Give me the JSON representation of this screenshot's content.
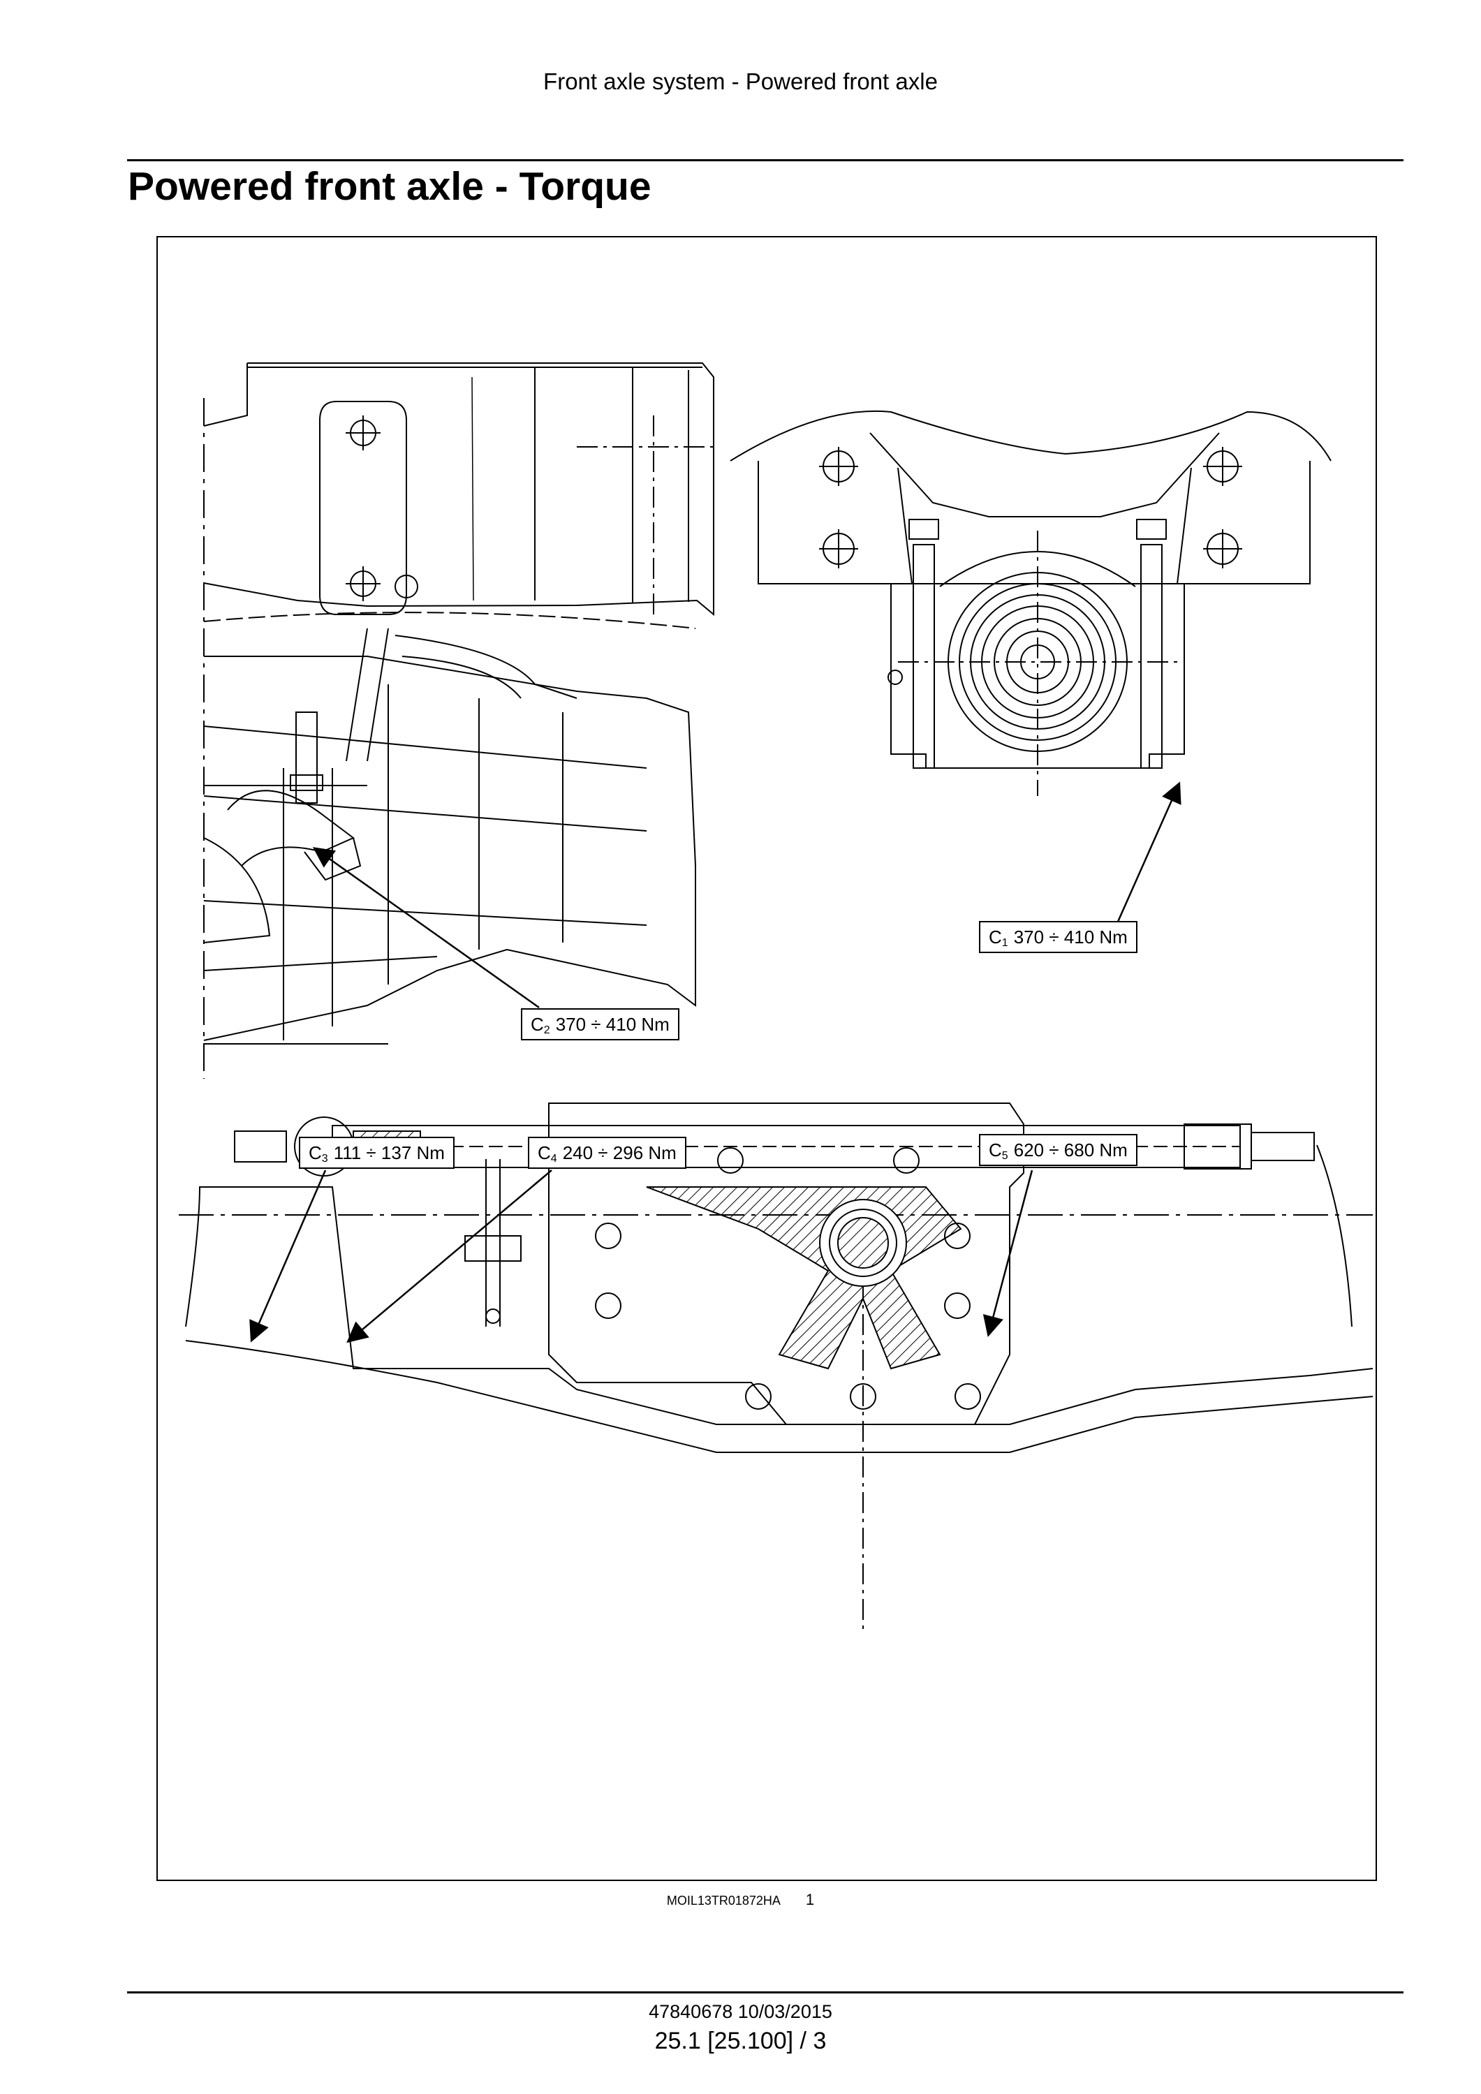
{
  "header": {
    "running_title": "Front axle system - Powered front axle"
  },
  "page": {
    "title": "Powered front axle - Torque"
  },
  "callouts": [
    {
      "id": "C",
      "sub": "1",
      "value": "370 ÷ 410 Nm"
    },
    {
      "id": "C",
      "sub": "2",
      "value": "370 ÷ 410 Nm"
    },
    {
      "id": "C",
      "sub": "3",
      "value": "111 ÷ 137 Nm"
    },
    {
      "id": "C",
      "sub": "4",
      "value": "240 ÷ 296 Nm"
    },
    {
      "id": "C",
      "sub": "5",
      "value": "620 ÷ 680 Nm"
    }
  ],
  "figure": {
    "code": "MOIL13TR01872HA",
    "number": "1"
  },
  "footer": {
    "doc_ref": "47840678 10/03/2015",
    "page_ref": "25.1 [25.100] / 3"
  }
}
